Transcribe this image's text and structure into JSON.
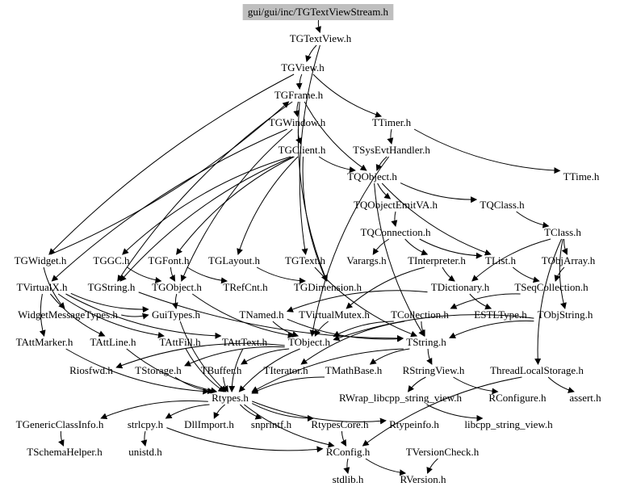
{
  "graph": {
    "root": "gui/gui/inc/TGTextViewStream.h",
    "colors": {
      "background": "#ffffff",
      "root_fill": "#bfbfbf",
      "edge": "#000000",
      "text": "#000000"
    },
    "nodes": [
      {
        "id": "root",
        "label": "gui/gui/inc/TGTextViewStream.h"
      },
      {
        "id": "TGTextView",
        "label": "TGTextView.h"
      },
      {
        "id": "TGView",
        "label": "TGView.h"
      },
      {
        "id": "TGFrame",
        "label": "TGFrame.h"
      },
      {
        "id": "TGWindow",
        "label": "TGWindow.h"
      },
      {
        "id": "TTimer",
        "label": "TTimer.h"
      },
      {
        "id": "TGClient",
        "label": "TGClient.h"
      },
      {
        "id": "TSysEvtHandler",
        "label": "TSysEvtHandler.h"
      },
      {
        "id": "TQObject",
        "label": "TQObject.h"
      },
      {
        "id": "TTime",
        "label": "TTime.h"
      },
      {
        "id": "TQObjectEmitVA",
        "label": "TQObjectEmitVA.h"
      },
      {
        "id": "TQClass",
        "label": "TQClass.h"
      },
      {
        "id": "TQConnection",
        "label": "TQConnection.h"
      },
      {
        "id": "TClass",
        "label": "TClass.h"
      },
      {
        "id": "TGWidget",
        "label": "TGWidget.h"
      },
      {
        "id": "TGGC",
        "label": "TGGC.h"
      },
      {
        "id": "TGFont",
        "label": "TGFont.h"
      },
      {
        "id": "TGLayout",
        "label": "TGLayout.h"
      },
      {
        "id": "TGText",
        "label": "TGText.h"
      },
      {
        "id": "Varargs",
        "label": "Varargs.h"
      },
      {
        "id": "TInterpreter",
        "label": "TInterpreter.h"
      },
      {
        "id": "TList",
        "label": "TList.h"
      },
      {
        "id": "TObjArray",
        "label": "TObjArray.h"
      },
      {
        "id": "TVirtualX",
        "label": "TVirtualX.h"
      },
      {
        "id": "TGString",
        "label": "TGString.h"
      },
      {
        "id": "TGObject",
        "label": "TGObject.h"
      },
      {
        "id": "TRefCnt",
        "label": "TRefCnt.h"
      },
      {
        "id": "TGDimension",
        "label": "TGDimension.h"
      },
      {
        "id": "TDictionary",
        "label": "TDictionary.h"
      },
      {
        "id": "TSeqCollection",
        "label": "TSeqCollection.h"
      },
      {
        "id": "WidgetMessageTypes",
        "label": "WidgetMessageTypes.h"
      },
      {
        "id": "GuiTypes",
        "label": "GuiTypes.h"
      },
      {
        "id": "TNamed",
        "label": "TNamed.h"
      },
      {
        "id": "TVirtualMutex",
        "label": "TVirtualMutex.h"
      },
      {
        "id": "TCollection",
        "label": "TCollection.h"
      },
      {
        "id": "ESTLType",
        "label": "ESTLType.h"
      },
      {
        "id": "TObjString",
        "label": "TObjString.h"
      },
      {
        "id": "TAttMarker",
        "label": "TAttMarker.h"
      },
      {
        "id": "TAttLine",
        "label": "TAttLine.h"
      },
      {
        "id": "TAttFill",
        "label": "TAttFill.h"
      },
      {
        "id": "TAttText",
        "label": "TAttText.h"
      },
      {
        "id": "TObject",
        "label": "TObject.h"
      },
      {
        "id": "TString",
        "label": "TString.h"
      },
      {
        "id": "Riosfwd",
        "label": "Riosfwd.h"
      },
      {
        "id": "TStorage",
        "label": "TStorage.h"
      },
      {
        "id": "TBuffer",
        "label": "TBuffer.h"
      },
      {
        "id": "TIterator",
        "label": "TIterator.h"
      },
      {
        "id": "TMathBase",
        "label": "TMathBase.h"
      },
      {
        "id": "RStringView",
        "label": "RStringView.h"
      },
      {
        "id": "ThreadLocalStorage",
        "label": "ThreadLocalStorage.h"
      },
      {
        "id": "Rtypes",
        "label": "Rtypes.h"
      },
      {
        "id": "RWrap",
        "label": "RWrap_libcpp_string_view.h"
      },
      {
        "id": "RConfigure",
        "label": "RConfigure.h"
      },
      {
        "id": "assert",
        "label": "assert.h"
      },
      {
        "id": "TGenericClassInfo",
        "label": "TGenericClassInfo.h"
      },
      {
        "id": "strlcpy",
        "label": "strlcpy.h"
      },
      {
        "id": "DllImport",
        "label": "DllImport.h"
      },
      {
        "id": "snprintf",
        "label": "snprintf.h"
      },
      {
        "id": "RtypesCore",
        "label": "RtypesCore.h"
      },
      {
        "id": "Rtypeinfo",
        "label": "Rtypeinfo.h"
      },
      {
        "id": "libcpp",
        "label": "libcpp_string_view.h"
      },
      {
        "id": "TSchemaHelper",
        "label": "TSchemaHelper.h"
      },
      {
        "id": "unistd",
        "label": "unistd.h"
      },
      {
        "id": "RConfig",
        "label": "RConfig.h"
      },
      {
        "id": "TVersionCheck",
        "label": "TVersionCheck.h"
      },
      {
        "id": "stdlib",
        "label": "stdlib.h"
      },
      {
        "id": "RVersion",
        "label": "RVersion.h"
      }
    ],
    "edges": [
      [
        "root",
        "TGTextView"
      ],
      [
        "TGTextView",
        "TGView"
      ],
      [
        "TGTextView",
        "TGText"
      ],
      [
        "TGView",
        "TGFrame"
      ],
      [
        "TGView",
        "TTimer"
      ],
      [
        "TGView",
        "TGWidget"
      ],
      [
        "TGFrame",
        "TGWindow"
      ],
      [
        "TGFrame",
        "TQObject"
      ],
      [
        "TGFrame",
        "TGDimension"
      ],
      [
        "TGFrame",
        "TGString"
      ],
      [
        "TGWindow",
        "TGClient"
      ],
      [
        "TGWindow",
        "TGObject"
      ],
      [
        "TGWindow",
        "TVirtualX"
      ],
      [
        "TTimer",
        "TSysEvtHandler"
      ],
      [
        "TTimer",
        "TTime"
      ],
      [
        "TGClient",
        "TGFont"
      ],
      [
        "TGClient",
        "TGGC"
      ],
      [
        "TGClient",
        "TGLayout"
      ],
      [
        "TGClient",
        "TQObject"
      ],
      [
        "TGClient",
        "TGString"
      ],
      [
        "TGClient",
        "TGDimension"
      ],
      [
        "TSysEvtHandler",
        "TQObject"
      ],
      [
        "TSysEvtHandler",
        "TObject"
      ],
      [
        "TQObject",
        "TQObjectEmitVA"
      ],
      [
        "TQObject",
        "TQClass"
      ],
      [
        "TQObject",
        "TList"
      ],
      [
        "TQObject",
        "TString"
      ],
      [
        "TQObjectEmitVA",
        "TQConnection"
      ],
      [
        "TQClass",
        "TClass"
      ],
      [
        "TQConnection",
        "Varargs"
      ],
      [
        "TQConnection",
        "TInterpreter"
      ],
      [
        "TQConnection",
        "TList"
      ],
      [
        "TClass",
        "TObjArray"
      ],
      [
        "TClass",
        "TDictionary"
      ],
      [
        "TClass",
        "TObjString"
      ],
      [
        "TClass",
        "ThreadLocalStorage"
      ],
      [
        "TInterpreter",
        "TDictionary"
      ],
      [
        "TInterpreter",
        "TVirtualMutex"
      ],
      [
        "TList",
        "TSeqCollection"
      ],
      [
        "TObjArray",
        "TSeqCollection"
      ],
      [
        "TSeqCollection",
        "TCollection"
      ],
      [
        "TDictionary",
        "TNamed"
      ],
      [
        "TDictionary",
        "ESTLType"
      ],
      [
        "TCollection",
        "TObject"
      ],
      [
        "TCollection",
        "TIterator"
      ],
      [
        "TCollection",
        "TString"
      ],
      [
        "TObjString",
        "TObject"
      ],
      [
        "TObjString",
        "TString"
      ],
      [
        "TGWidget",
        "TGFrame"
      ],
      [
        "TGWidget",
        "WidgetMessageTypes"
      ],
      [
        "TGGC",
        "TGObject"
      ],
      [
        "TGFont",
        "TGObject"
      ],
      [
        "TGFont",
        "TRefCnt"
      ],
      [
        "TGLayout",
        "TGDimension"
      ],
      [
        "TGText",
        "TString"
      ],
      [
        "TGString",
        "TString"
      ],
      [
        "TGObject",
        "TObject"
      ],
      [
        "TGObject",
        "GuiTypes"
      ],
      [
        "TVirtualX",
        "GuiTypes"
      ],
      [
        "TVirtualX",
        "TAttMarker"
      ],
      [
        "TVirtualX",
        "TAttLine"
      ],
      [
        "TVirtualX",
        "TAttFill"
      ],
      [
        "TVirtualX",
        "TAttText"
      ],
      [
        "WidgetMessageTypes",
        "GuiTypes"
      ],
      [
        "GuiTypes",
        "Rtypes"
      ],
      [
        "TNamed",
        "TObject"
      ],
      [
        "TNamed",
        "TString"
      ],
      [
        "TVirtualMutex",
        "TObject"
      ],
      [
        "TAttMarker",
        "Rtypes"
      ],
      [
        "TAttLine",
        "Rtypes"
      ],
      [
        "TAttFill",
        "Rtypes"
      ],
      [
        "TAttText",
        "Rtypes"
      ],
      [
        "TObject",
        "Rtypes"
      ],
      [
        "TObject",
        "TStorage"
      ],
      [
        "TObject",
        "TBuffer"
      ],
      [
        "TObject",
        "Riosfwd"
      ],
      [
        "TString",
        "TMathBase"
      ],
      [
        "TString",
        "RStringView"
      ],
      [
        "TString",
        "Rtypes"
      ],
      [
        "TStorage",
        "Rtypes"
      ],
      [
        "TBuffer",
        "Rtypes"
      ],
      [
        "TMathBase",
        "Rtypes"
      ],
      [
        "RStringView",
        "RWrap"
      ],
      [
        "RStringView",
        "RConfigure"
      ],
      [
        "ThreadLocalStorage",
        "RConfig"
      ],
      [
        "ThreadLocalStorage",
        "assert"
      ],
      [
        "Rtypes",
        "TGenericClassInfo"
      ],
      [
        "Rtypes",
        "strlcpy"
      ],
      [
        "Rtypes",
        "DllImport"
      ],
      [
        "Rtypes",
        "snprintf"
      ],
      [
        "Rtypes",
        "RtypesCore"
      ],
      [
        "Rtypes",
        "Rtypeinfo"
      ],
      [
        "Rtypes",
        "RConfig"
      ],
      [
        "RWrap",
        "libcpp"
      ],
      [
        "TGenericClassInfo",
        "TSchemaHelper"
      ],
      [
        "strlcpy",
        "unistd"
      ],
      [
        "strlcpy",
        "RConfig"
      ],
      [
        "RtypesCore",
        "RConfig"
      ],
      [
        "RConfig",
        "stdlib"
      ],
      [
        "RConfig",
        "RVersion"
      ],
      [
        "TVersionCheck",
        "RVersion"
      ]
    ]
  }
}
